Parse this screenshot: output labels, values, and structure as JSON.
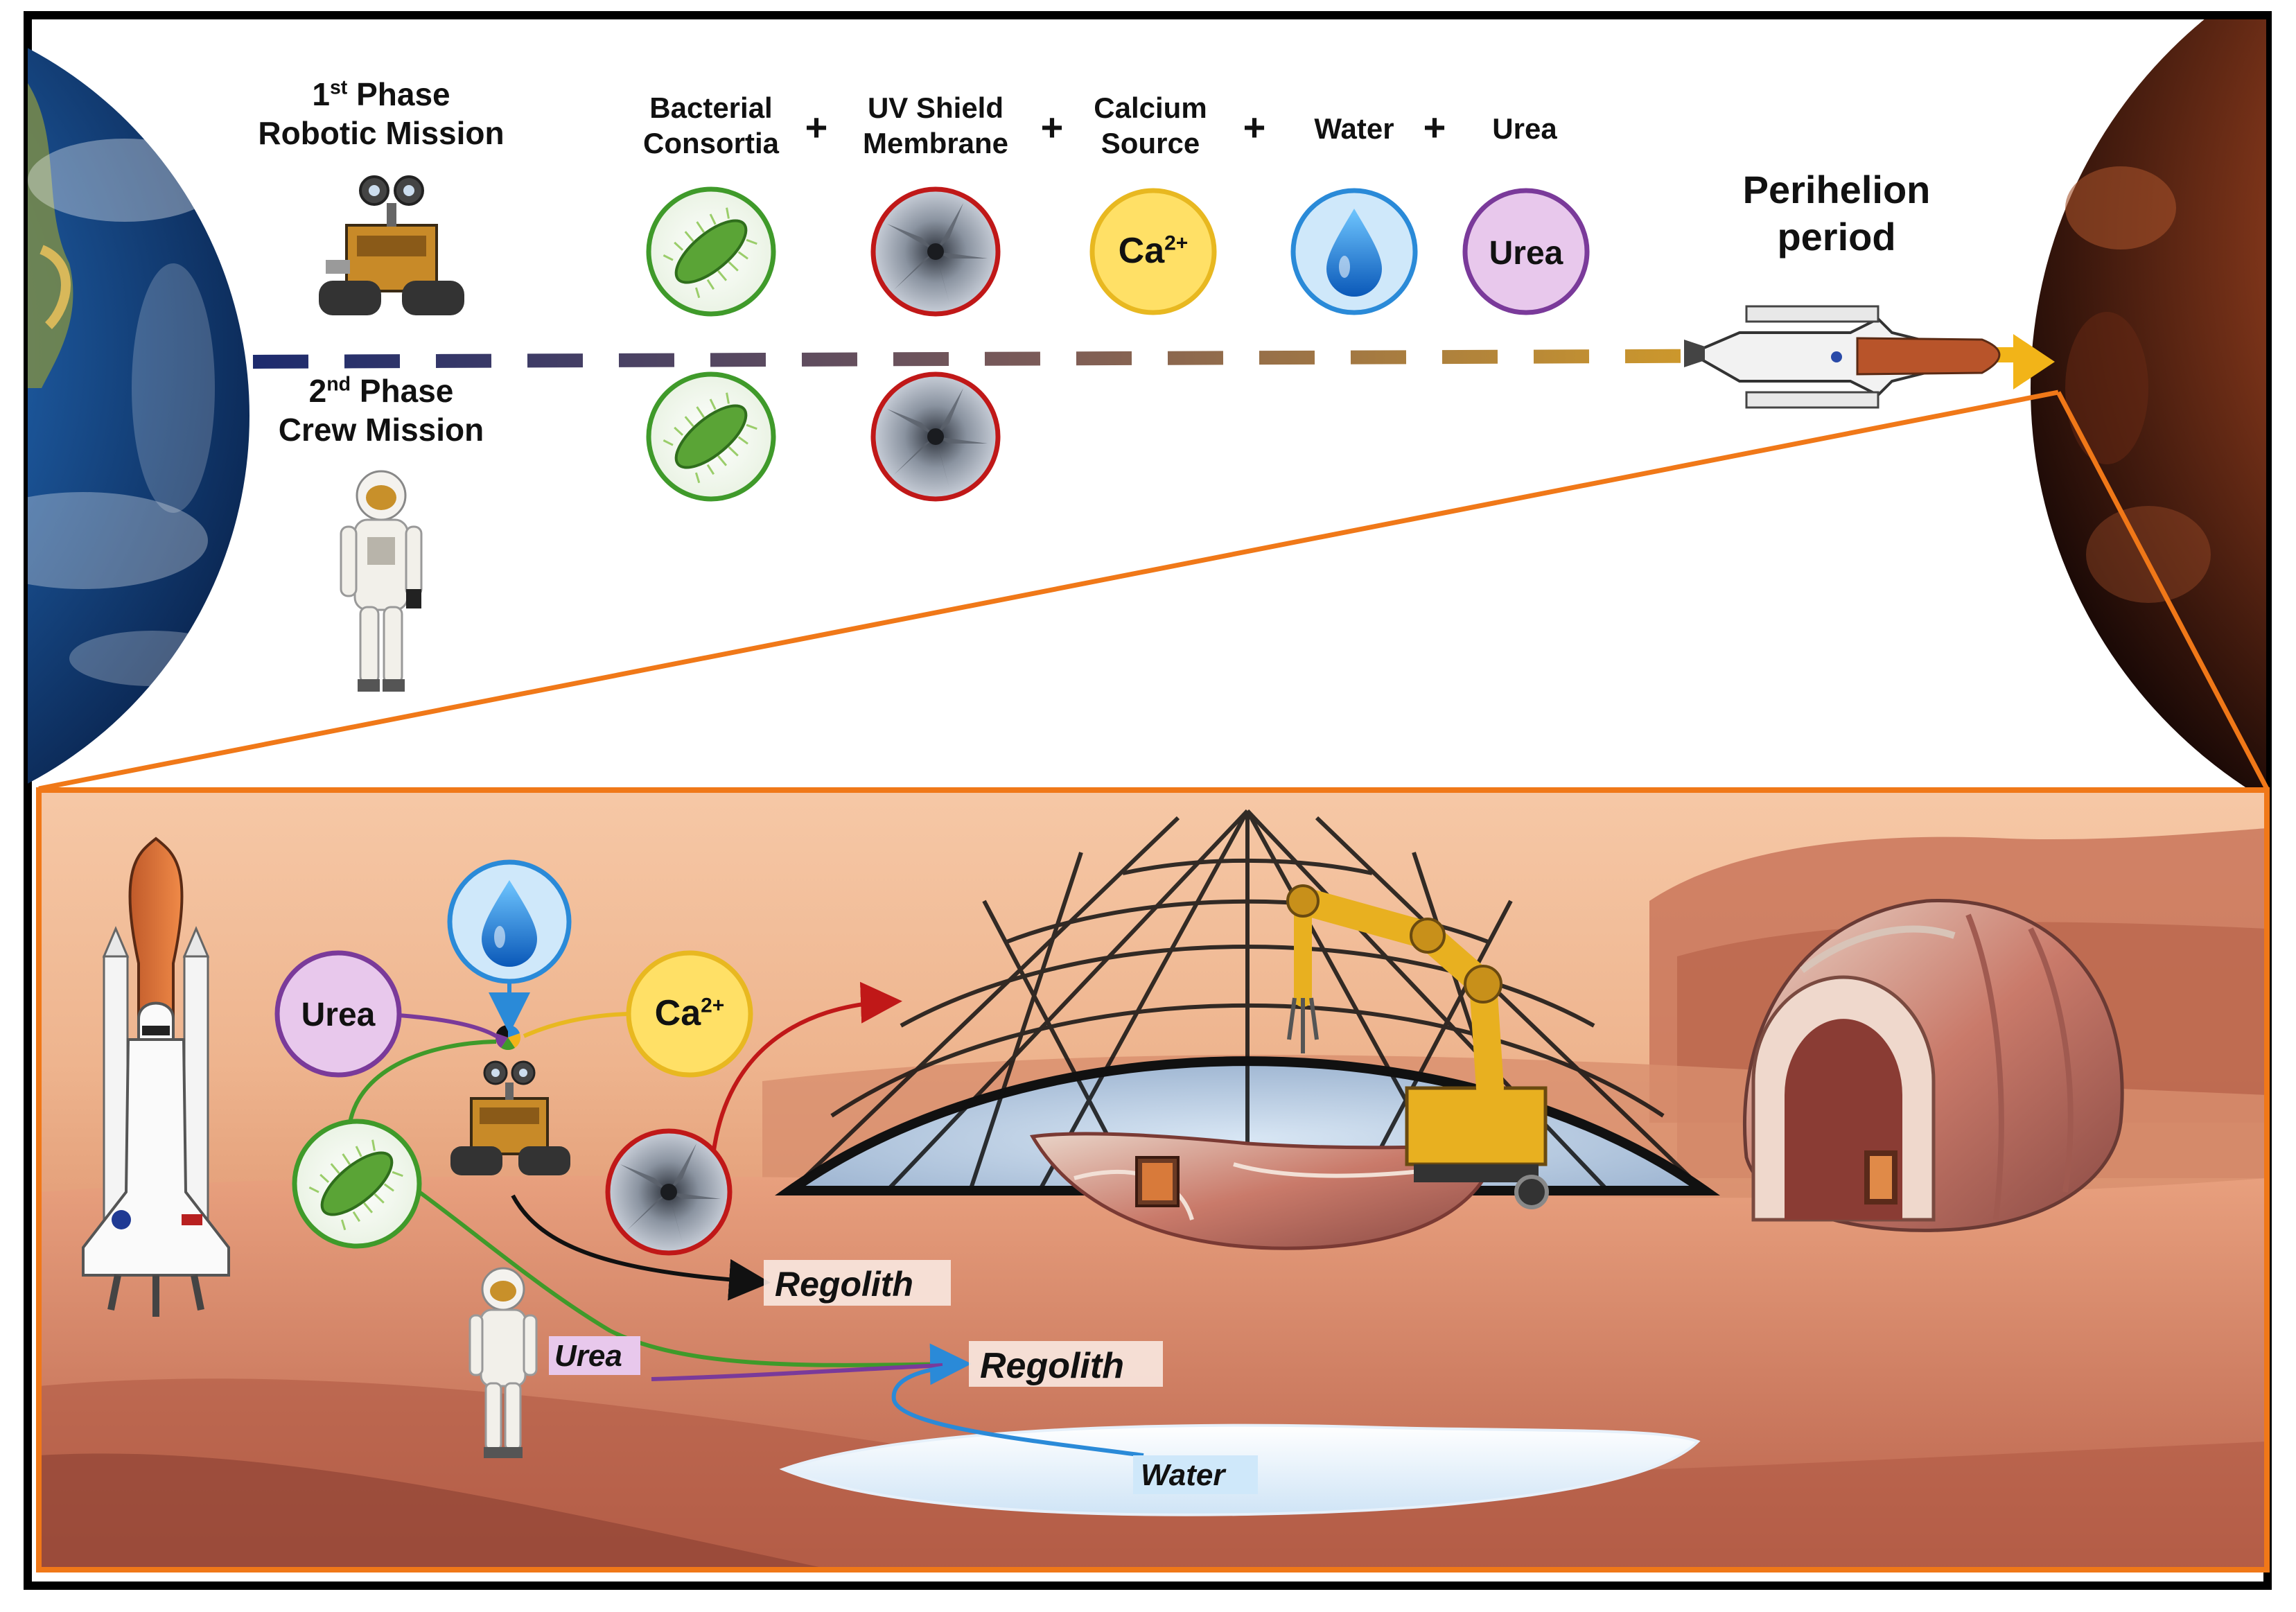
{
  "phases": {
    "first": {
      "ordinal": "1",
      "suffix": "st",
      "line1": "Phase",
      "line2": "Robotic Mission"
    },
    "second": {
      "ordinal": "2",
      "suffix": "nd",
      "line1": "Phase",
      "line2": "Crew Mission"
    }
  },
  "ingredients": {
    "bacteria": {
      "line1": "Bacterial",
      "line2": "Consortia"
    },
    "uv": {
      "line1": "UV Shield",
      "line2": "Membrane"
    },
    "calcium": {
      "line1": "Calcium",
      "line2": "Source"
    },
    "water": {
      "label": "Water"
    },
    "urea": {
      "label": "Urea"
    },
    "plus": "+"
  },
  "circles": {
    "calcium_text": "Ca",
    "calcium_charge": "2+",
    "urea_text": "Urea"
  },
  "perihelion": {
    "line1": "Perihelion",
    "line2": "period"
  },
  "bottom_labels": {
    "regolith_1": "Regolith",
    "regolith_2": "Regolith",
    "urea_tag": "Urea",
    "water_tag": "Water"
  },
  "colors": {
    "frame": "#000000",
    "orange_frame": "#f07818",
    "bacteria_ring": "#3f9a2a",
    "uv_ring": "#c01818",
    "calcium_ring": "#e8b820",
    "calcium_fill": "#ffe066",
    "water_ring": "#2a8ad8",
    "water_fill": "#cfe8fa",
    "urea_ring": "#7a3a9a",
    "urea_fill": "#e8c8ec"
  }
}
